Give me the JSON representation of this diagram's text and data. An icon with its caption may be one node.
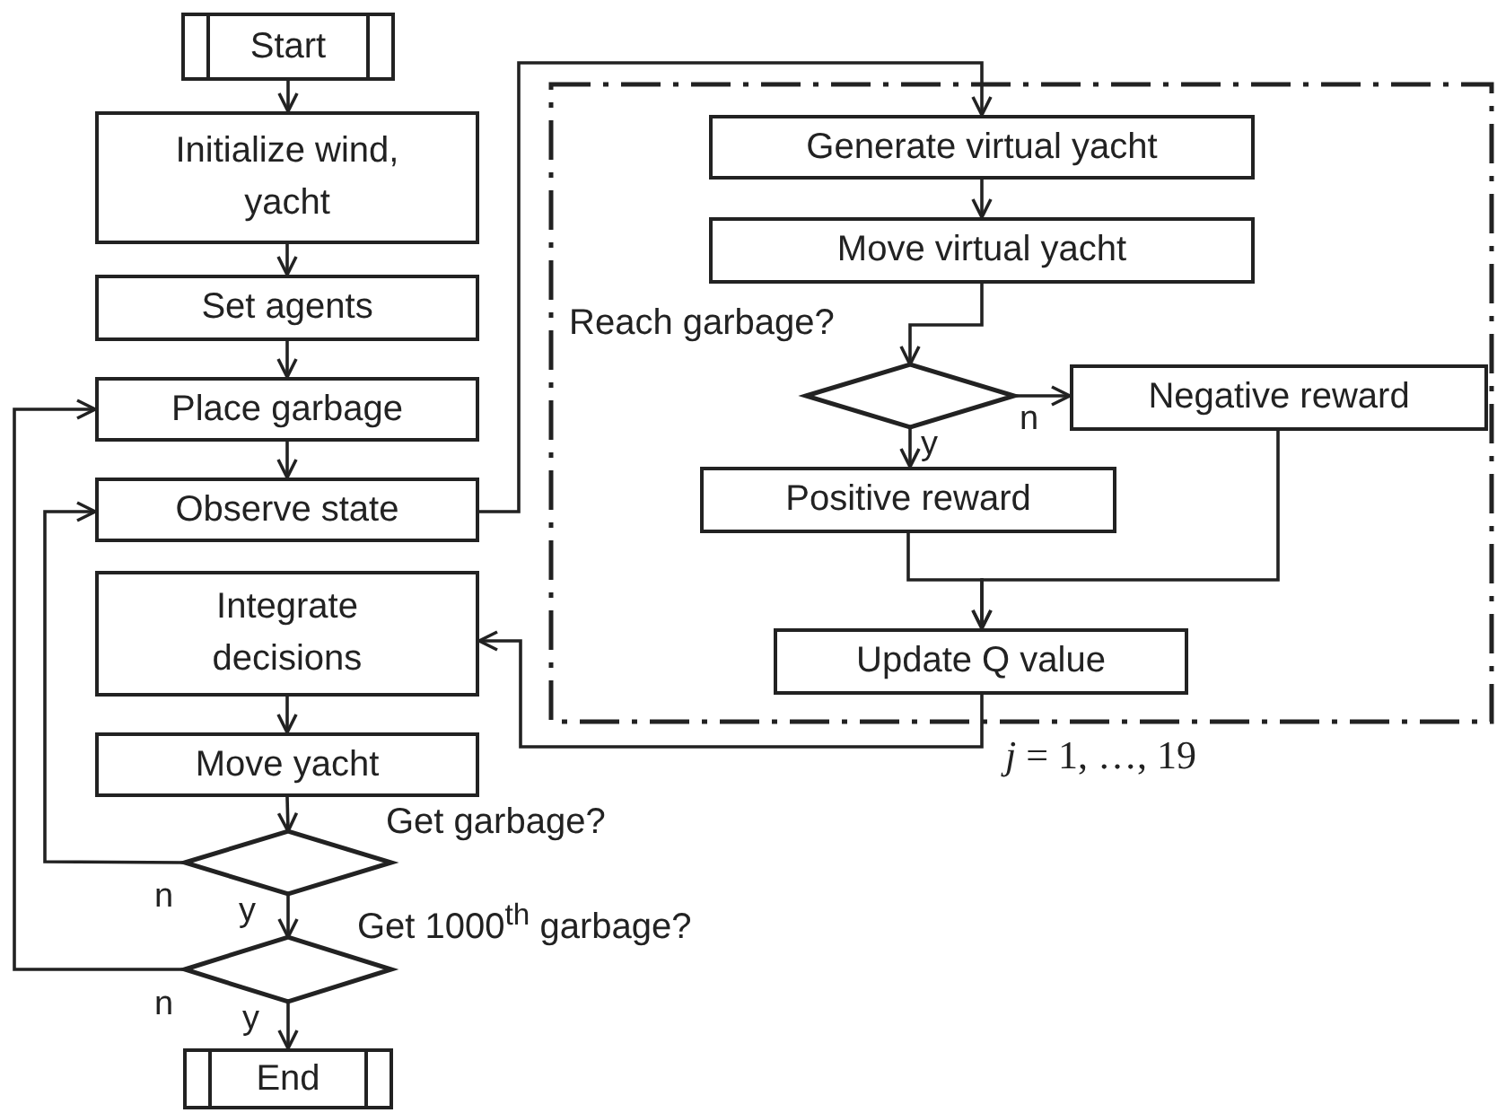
{
  "diagram": {
    "nodes": [
      {
        "text": [
          "Start"
        ]
      },
      {
        "text": [
          "Initialize wind, yacht"
        ]
      },
      {
        "text": [
          "Set agents"
        ]
      },
      {
        "text": [
          "Place garbage"
        ]
      },
      {
        "text": [
          "Observe state"
        ]
      },
      {
        "text": [],
        "shape": "box",
        "beside": [
          "*j* = 1, …, 19"
        ]
      },
      {
        "text": [
          "Generate virtual yacht"
        ],
        "in": 5
      },
      {
        "text": [
          "Move virtual yacht"
        ],
        "in": 5
      },
      {
        "text": [
          "Reach garbage?"
        ],
        "in": 5
      },
      {
        "text": [
          "Negative reward"
        ],
        "in": 5
      },
      {
        "text": [
          "Positive reward"
        ],
        "in": 5
      },
      {
        "text": [
          "Update Q value"
        ],
        "in": 5
      },
      {
        "text": [
          "Integrate decisions"
        ]
      },
      {
        "text": [
          "Move yacht"
        ]
      },
      {
        "text": [
          "Get garbage?"
        ]
      },
      {
        "text": [
          "Get 1000$^{th}$ garbage?"
        ]
      },
      {
        "text": [
          "End"
        ]
      }
    ],
    "edges": [
      {
        "from": 0,
        "to": 1,
        "arrow": "to"
      },
      {
        "from": 1,
        "to": 2,
        "arrow": "to"
      },
      {
        "from": 2,
        "to": 3,
        "arrow": "to"
      },
      {
        "from": 3,
        "to": 4,
        "arrow": "to"
      },
      {
        "from": 4,
        "to": 6,
        "arrow": "to"
      },
      {
        "from": 6,
        "to": 7,
        "arrow": "to"
      },
      {
        "from": 7,
        "to": 8,
        "arrow": "to"
      },
      {
        "from": 8,
        "to": 9,
        "arrow": "to",
        "label": "n"
      },
      {
        "from": 8,
        "to": 10,
        "arrow": "to",
        "label": "y"
      },
      {
        "from": 9,
        "to": 11,
        "arrow": "to"
      },
      {
        "from": 10,
        "to": 11,
        "arrow": "to"
      },
      {
        "from": 11,
        "to": 12,
        "arrow": "to"
      },
      {
        "from": 12,
        "to": 13,
        "arrow": "to"
      },
      {
        "from": 13,
        "to": 14,
        "arrow": "to"
      },
      {
        "from": 14,
        "to": 15,
        "arrow": "to",
        "label": "y"
      },
      {
        "from": 14,
        "to": 4,
        "arrow": "to",
        "label": "n"
      },
      {
        "from": 15,
        "to": 16,
        "arrow": "to",
        "label": "y"
      },
      {
        "from": 15,
        "to": 3,
        "arrow": "to",
        "label": "n"
      }
    ]
  }
}
